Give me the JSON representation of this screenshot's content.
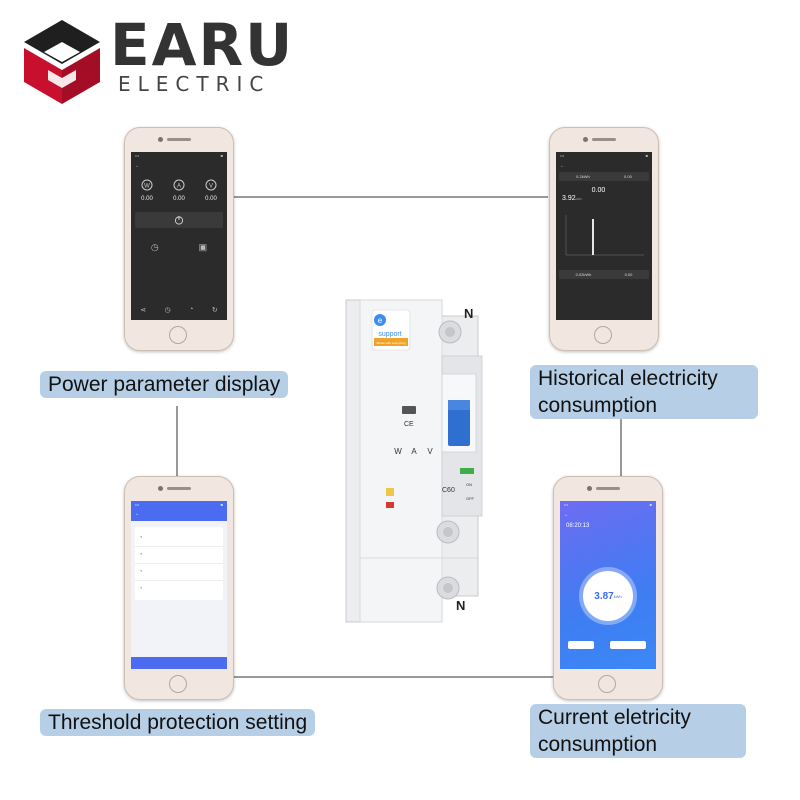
{
  "brand": {
    "name": "EARU",
    "subtitle": "ELECTRIC",
    "colors": {
      "red": "#c8102e",
      "dark": "#1f1f1f"
    }
  },
  "labels": {
    "power": "Power parameter display",
    "historical": "Historical electricity consumption",
    "threshold": "Threshold protection setting",
    "current": "Current eletricity consumption"
  },
  "phone_power": {
    "values": [
      "0.00",
      "0.00",
      "0.00"
    ],
    "icons": [
      "watt-icon",
      "ampere-icon",
      "volt-icon"
    ]
  },
  "phone_history": {
    "main_value": "3.92",
    "main_unit": "kWh",
    "side_value": "0.00",
    "top_values": [
      "0.2kWh",
      "0.00"
    ],
    "bottom_values": [
      "0.02kWh",
      "0.00"
    ]
  },
  "phone_current": {
    "date": "08:20:13",
    "gauge_value": "3.87",
    "gauge_unit": "kWh"
  },
  "breaker": {
    "top_letter": "N",
    "bottom_letter": "N",
    "badge_e": "e",
    "badge_text": "support",
    "badge_sub": "Works with everything",
    "marks": [
      "W",
      "A",
      "V"
    ],
    "rating": "C60",
    "on": "ON",
    "off": "OFF"
  }
}
